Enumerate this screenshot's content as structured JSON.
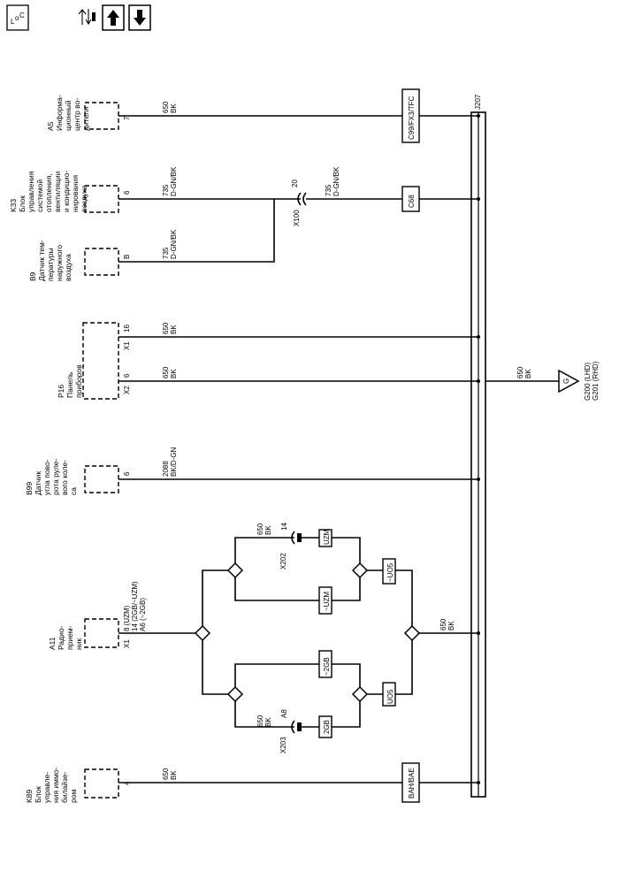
{
  "toolbar": {
    "icons": [
      "ground-locator-icon",
      "connector-tool-icon",
      "arrow-up-icon",
      "arrow-down-icon"
    ],
    "locator_glyph": "L o C"
  },
  "bus": {
    "label": "J207"
  },
  "ground": {
    "wire": "650",
    "color": "BK",
    "letter": "G",
    "lines": [
      "G200 (LHD)",
      "G201 (RHD)"
    ]
  },
  "components": [
    {
      "id": "a5",
      "lines": [
        "A5",
        "Информа-",
        "ционный",
        "центр во-",
        "дителя"
      ],
      "pin": "7",
      "wire": "650",
      "color": "BK",
      "box": "C99/FX3/TFC"
    },
    {
      "id": "k33",
      "lines": [
        "K33",
        "Блок",
        "управления",
        "системой",
        "отопления,",
        "вентиляции",
        "и кондицио-",
        "нирования",
        "воздуха"
      ],
      "pin": "6",
      "wire": "735",
      "color": "D-GN/BK",
      "box": "C68"
    },
    {
      "id": "b9",
      "lines": [
        "B9",
        "Датчик тем-",
        "пературы",
        "наружного",
        "воздуха"
      ],
      "pin": "B",
      "wire": "735",
      "color": "D-GN/BK"
    },
    {
      "id": "p16",
      "lines": [
        "P16",
        "Панель",
        "приборов"
      ],
      "pins": [
        {
          "conn": "X1",
          "pin": "16",
          "wire": "650",
          "color": "BK"
        },
        {
          "conn": "X2",
          "pin": "6",
          "wire": "650",
          "color": "BK"
        }
      ]
    },
    {
      "id": "b99",
      "lines": [
        "B99",
        "Датчик",
        "угла пово-",
        "рота руле-",
        "вого коле-",
        "са"
      ],
      "pin": "6",
      "wire": "2088",
      "color": "BK/D-GN"
    },
    {
      "id": "a11",
      "lines": [
        "A11",
        "Радио-",
        "прием-",
        "ник"
      ],
      "conn": "X1",
      "pin_lines": [
        "8 (UZM)",
        "14 (2GB/~UZM)",
        "A6 (~2GB)"
      ]
    },
    {
      "id": "k89",
      "lines": [
        "K89",
        "Блок",
        "управле-",
        "ния иммо-",
        "билайзе-",
        "ром"
      ],
      "pin": "4",
      "wire": "650",
      "color": "BK",
      "box": "BAH/BAE"
    }
  ],
  "splice": {
    "connector": "X100",
    "pin": "20",
    "wire": "735",
    "color": "D-GN/BK"
  },
  "radio_branches": {
    "x202": {
      "connector": "X202",
      "pin": "14",
      "wire": "650",
      "color": "BK"
    },
    "x203": {
      "connector": "X203",
      "pin": "A8",
      "wire": "650",
      "color": "BK"
    },
    "options": [
      "UZM",
      "~UZM",
      "~2GB",
      "2GB",
      "~UO5",
      "UO5"
    ],
    "output": {
      "wire": "650",
      "color": "BK"
    }
  }
}
